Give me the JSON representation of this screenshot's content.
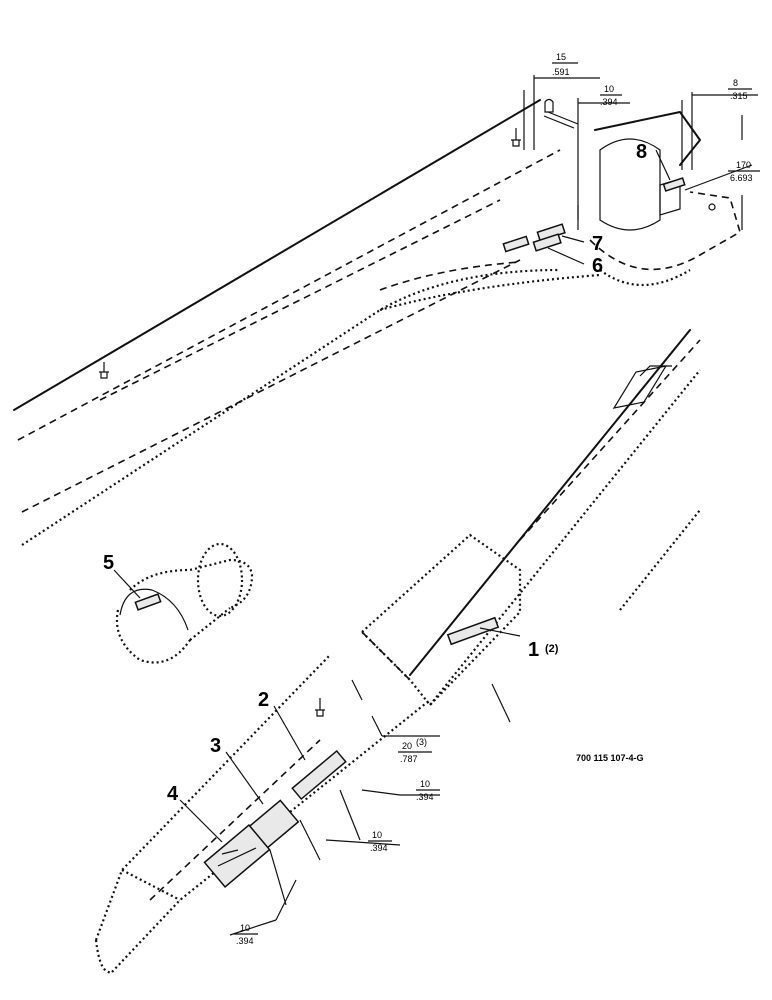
{
  "callouts": [
    {
      "id": "1",
      "label": "1",
      "qty": "(2)"
    },
    {
      "id": "2",
      "label": "2"
    },
    {
      "id": "3",
      "label": "3"
    },
    {
      "id": "4",
      "label": "4"
    },
    {
      "id": "5",
      "label": "5"
    },
    {
      "id": "6",
      "label": "6"
    },
    {
      "id": "7",
      "label": "7"
    },
    {
      "id": "8",
      "label": "8"
    }
  ],
  "dimensions": [
    {
      "id": "d15",
      "mm": "15",
      "in": ".591"
    },
    {
      "id": "d10a",
      "mm": "10",
      "in": ".394"
    },
    {
      "id": "d8",
      "mm": "8",
      "in": ".315"
    },
    {
      "id": "d170",
      "mm": "170",
      "in": "6.693"
    },
    {
      "id": "d20",
      "mm": "20",
      "note": "(3)",
      "in": ".787"
    },
    {
      "id": "d10b",
      "mm": "10",
      "in": ".394"
    },
    {
      "id": "d10c",
      "mm": "10",
      "in": ".394"
    },
    {
      "id": "d10d",
      "mm": "10",
      "in": ".394"
    }
  ],
  "reference_number": "700 115 107-4-G"
}
